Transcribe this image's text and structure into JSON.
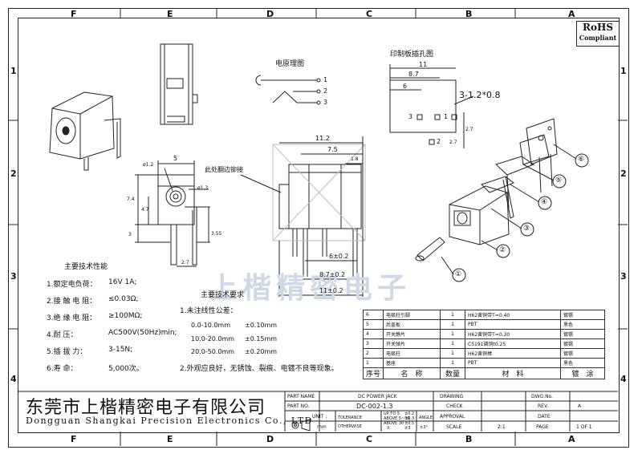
{
  "zones_top": [
    "F",
    "E",
    "D",
    "C",
    "B",
    "A"
  ],
  "zones_bottom": [
    "F",
    "E",
    "D",
    "C",
    "B",
    "A"
  ],
  "zones_side": [
    "1",
    "2",
    "3",
    "4"
  ],
  "rohs": {
    "line1": "RoHS",
    "line2": "Compliant"
  },
  "schematic": {
    "title": "电原理图",
    "pins": [
      "1",
      "2",
      "3"
    ]
  },
  "pcb": {
    "title": "印制板插孔图",
    "dims": [
      "11",
      "8.7",
      "6",
      "3-1.2*0.8",
      "2.7",
      "2.7"
    ],
    "holes": [
      "3",
      "1",
      "2"
    ]
  },
  "front_view": {
    "dims": [
      "5",
      "ø1.2",
      "ø1.3",
      "7.4",
      "4.7",
      "3",
      "3.55",
      "2.7"
    ]
  },
  "side_view": {
    "note": "此处翻边铆接",
    "dims": [
      "11.2",
      "7.5",
      "1.8",
      "6±0.2",
      "8.7±0.2",
      "11±0.2"
    ]
  },
  "specs": {
    "title": "主要技术性能",
    "items": [
      {
        "label": "1.额定电负荷：",
        "value": "16V  1A;"
      },
      {
        "label": "2.接 触 电 阻：",
        "value": "≤0.03Ω;"
      },
      {
        "label": "3.绝 缘 电 阻：",
        "value": "≥100MΩ;"
      },
      {
        "label": "4.耐        压：",
        "value": "AC500V(50Hz)min;"
      },
      {
        "label": "5.插    拔    力：",
        "value": "3-15N;"
      },
      {
        "label": "6.寿        命：",
        "value": "5,000次。"
      }
    ]
  },
  "requirements": {
    "title": "主要技术要求",
    "item1": "1.未注线性公差：",
    "tolerances": [
      {
        "range": "0.0-10.0mm",
        "tol": "±0.10mm"
      },
      {
        "range": "10.0-20.0mm",
        "tol": "±0.15mm"
      },
      {
        "range": "20.0-50.0mm",
        "tol": "±0.20mm"
      }
    ],
    "item2": "2.外观应良好，无锈蚀、裂痕、电镀不良等现象。"
  },
  "callouts": [
    "①",
    "②",
    "③",
    "④",
    "⑤",
    "⑥"
  ],
  "bom": {
    "headers": [
      "序号",
      "名　称",
      "数量",
      "材　料",
      "镀　涂"
    ],
    "rows": [
      {
        "no": "6",
        "name": "电极柱引脚",
        "qty": "1",
        "material": "H62黄铜带T=0.40",
        "finish": "镀锡"
      },
      {
        "no": "5",
        "name": "后盖板",
        "qty": "1",
        "material": "PBT",
        "finish": "黑色"
      },
      {
        "no": "4",
        "name": "开关静片",
        "qty": "1",
        "material": "H62黄铜带T=0.30",
        "finish": "镀锡"
      },
      {
        "no": "3",
        "name": "开关弹片",
        "qty": "1",
        "material": "C5191磷铜t0.25",
        "finish": "镀锡"
      },
      {
        "no": "2",
        "name": "电极柱",
        "qty": "1",
        "material": "H62黄铜棒",
        "finish": "镀锡"
      },
      {
        "no": "1",
        "name": "基座",
        "qty": "1",
        "material": "PBT",
        "finish": "黑色"
      }
    ]
  },
  "company": {
    "cn": "东莞市上楷精密电子有限公司",
    "en": "Dongguan Shangkai Precision Electronics Co., LTD"
  },
  "watermark": "上楷精密电子",
  "title_block": {
    "part_name_label": "PART NAME",
    "part_name": "DC POWER JACK",
    "part_no_label": "PART NO.",
    "part_no": "DC-002-1.3",
    "unit_label": "UNIT :",
    "unit": "mm",
    "tolerance_label": "TOLERANCE",
    "otherwise_label": "OTHERWISE",
    "tol_rows": [
      {
        "r": "UP TO 5",
        "v": "±0.2"
      },
      {
        "r": "ABOVE 5~30",
        "v": "±0.3"
      },
      {
        "r": "ABOVE 30",
        "v": "±0.5"
      },
      {
        "r": "X",
        "v": "±3"
      }
    ],
    "angle_label": "ANGLE",
    "angle_value": "±3°",
    "drawing_label": "DRAWING",
    "check_label": "CHECK",
    "approval_label": "APPROVAL",
    "scale_label": "SCALE",
    "scale": "2:1",
    "dwg_no_label": "DWG.No.",
    "rev_label": "REV.",
    "rev": "A",
    "date_label": "DATE",
    "page_label": "PAGE",
    "page": "1  OF  1"
  }
}
